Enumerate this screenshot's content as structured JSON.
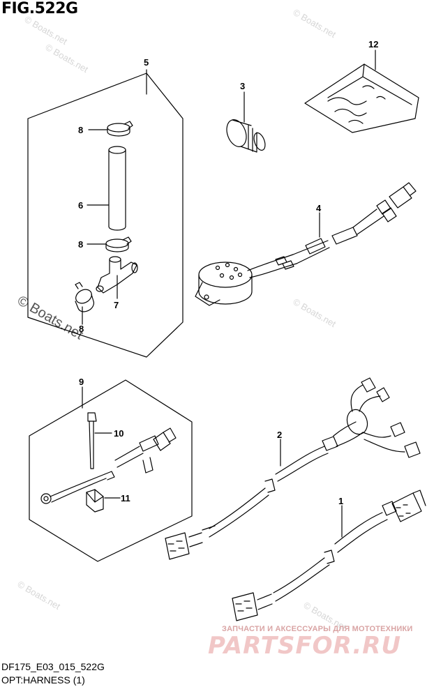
{
  "figure": {
    "title": "FIG.522G",
    "model_code": "DF175_E03_015_522G",
    "name": "OPT:HARNESS (1)"
  },
  "watermarks": {
    "copyright": "© Boats.net",
    "brand_subtitle": "ЗАПЧАСТИ И АКСЕССУАРЫ ДЛЯ МОТОТЕХНИКИ",
    "brand_name": "PARTSFOR.RU"
  },
  "callouts": {
    "c1": "1",
    "c2": "2",
    "c3": "3",
    "c4": "4",
    "c5": "5",
    "c6": "6",
    "c7": "7",
    "c8a": "8",
    "c8b": "8",
    "c8c": "8",
    "c9": "9",
    "c10": "10",
    "c11": "11",
    "c12": "12"
  },
  "colors": {
    "line": "#000000",
    "brand_text": "#f1c7c7",
    "watermark": "#d6d6d6"
  }
}
